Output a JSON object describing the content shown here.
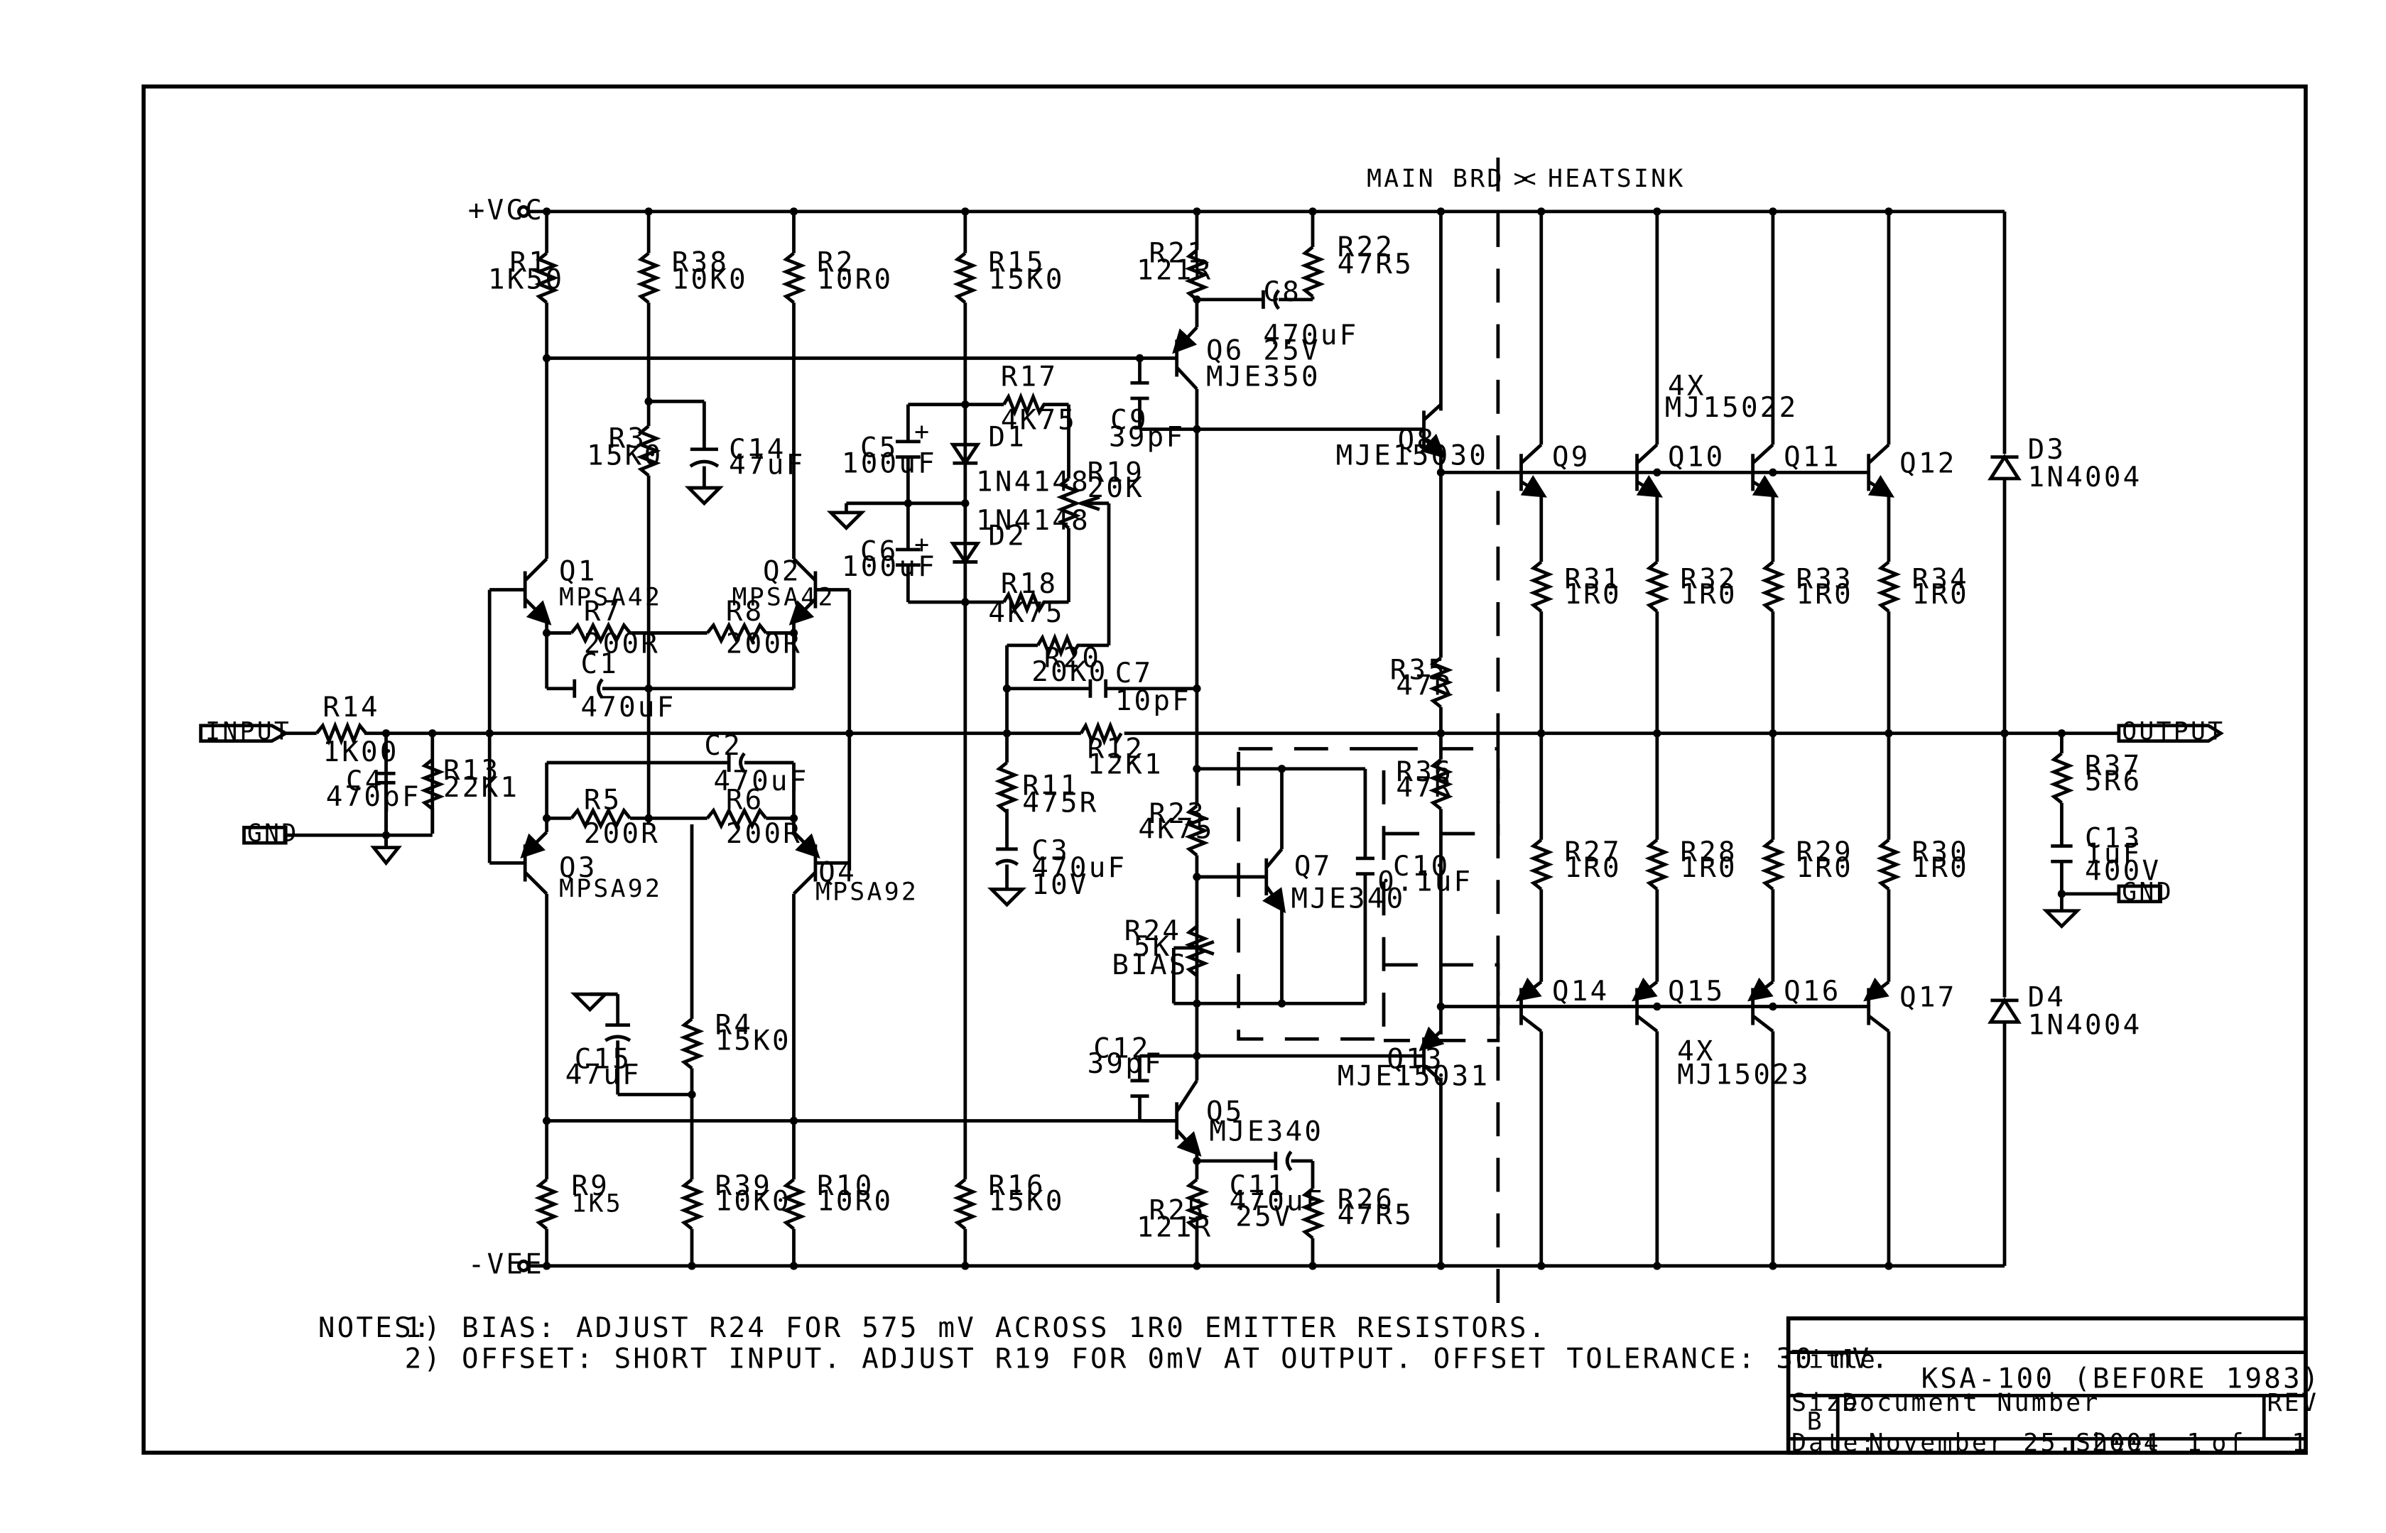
{
  "rails": {
    "vcc": "+VCC",
    "vee": "-VEE"
  },
  "ports": {
    "input": "INPUT",
    "output": "OUTPUT",
    "gnd_in": "GND",
    "gnd_out": "GND"
  },
  "zone": {
    "main_board": "MAIN BRD  <",
    "heatsink": ">  HEATSINK"
  },
  "labels": {
    "R1": {
      "ref": "R1",
      "val": "1K50"
    },
    "R38": {
      "ref": "R38",
      "val": "10K0"
    },
    "R2": {
      "ref": "R2",
      "val": "10R0"
    },
    "R15": {
      "ref": "R15",
      "val": "15K0"
    },
    "R21": {
      "ref": "R21",
      "val": "121R"
    },
    "R22": {
      "ref": "R22",
      "val": "47R5"
    },
    "C8": {
      "ref": "C8",
      "val": "470uF",
      "v": "25V"
    },
    "Q6": {
      "ref": "Q6",
      "part": "MJE350"
    },
    "R17": {
      "ref": "R17",
      "val": "4K75"
    },
    "C5": {
      "ref": "C5",
      "val": "100uF"
    },
    "D1": {
      "ref": "D1",
      "part": "1N4148"
    },
    "D2": {
      "ref": "D2",
      "part": "1N4148"
    },
    "C6": {
      "ref": "C6",
      "val": "100uF"
    },
    "R18": {
      "ref": "R18",
      "val": "4K75"
    },
    "R19": {
      "ref": "R19",
      "val": "20K"
    },
    "C9": {
      "ref": "C9",
      "val": "39pF"
    },
    "R3": {
      "ref": "R3",
      "val": "15K0"
    },
    "C14": {
      "ref": "C14",
      "val": "47uF"
    },
    "Q1": {
      "ref": "Q1",
      "part": "MPSA42"
    },
    "Q2": {
      "ref": "Q2",
      "part": "MPSA42"
    },
    "R7": {
      "ref": "R7",
      "val": "200R"
    },
    "R8": {
      "ref": "R8",
      "val": "200R"
    },
    "C1": {
      "ref": "C1",
      "val": "470uF"
    },
    "R14": {
      "ref": "R14",
      "val": "1K00"
    },
    "C4": {
      "ref": "C4",
      "val": "470pF"
    },
    "R13": {
      "ref": "R13",
      "val": "22K1"
    },
    "C2": {
      "ref": "C2",
      "val": "470uF"
    },
    "R5": {
      "ref": "R5",
      "val": "200R"
    },
    "R6": {
      "ref": "R6",
      "val": "200R"
    },
    "Q3": {
      "ref": "Q3",
      "part": "MPSA92"
    },
    "Q4": {
      "ref": "Q4",
      "part": "MPSA92"
    },
    "R20": {
      "ref": "R20",
      "val": "20K0"
    },
    "C7": {
      "ref": "C7",
      "val": "10pF"
    },
    "R12": {
      "ref": "R12",
      "val": "12K1"
    },
    "R11": {
      "ref": "R11",
      "val": "475R"
    },
    "C3": {
      "ref": "C3",
      "val": "470uF",
      "v": "10V"
    },
    "R23": {
      "ref": "R23",
      "val": "4K75"
    },
    "Q7": {
      "ref": "Q7",
      "part": "MJE340"
    },
    "C10": {
      "ref": "C10",
      "val": "0.1uF"
    },
    "R24": {
      "ref": "R24",
      "val": "5K",
      "note": "BIAS"
    },
    "C12": {
      "ref": "C12",
      "val": "39pF"
    },
    "Q5": {
      "ref": "Q5",
      "part": "MJE340"
    },
    "C11": {
      "ref": "C11",
      "val": "470uF",
      "v": "25V"
    },
    "R25": {
      "ref": "R25",
      "val": "121R"
    },
    "R26": {
      "ref": "R26",
      "val": "47R5"
    },
    "R4": {
      "ref": "R4",
      "val": "15K0"
    },
    "C15": {
      "ref": "C15",
      "val": "47uF"
    },
    "R9": {
      "ref": "R9",
      "val": "1K5"
    },
    "R39": {
      "ref": "R39",
      "val": "10K0"
    },
    "R10": {
      "ref": "R10",
      "val": "10R0"
    },
    "R16": {
      "ref": "R16",
      "val": "15K0"
    },
    "Q8": {
      "ref": "Q8",
      "part": "MJE15030"
    },
    "Q13": {
      "ref": "Q13",
      "part": "MJE15031"
    },
    "R35": {
      "ref": "R35",
      "val": "47R"
    },
    "R36": {
      "ref": "R36",
      "val": "47R"
    },
    "Q9": {
      "ref": "Q9"
    },
    "Q10": {
      "ref": "Q10"
    },
    "Q11": {
      "ref": "Q11"
    },
    "Q12": {
      "ref": "Q12"
    },
    "Q14": {
      "ref": "Q14"
    },
    "Q15": {
      "ref": "Q15"
    },
    "Q16": {
      "ref": "Q16"
    },
    "Q17": {
      "ref": "Q17"
    },
    "npn_group": {
      "count": "4X",
      "part": "MJ15022"
    },
    "pnp_group": {
      "count": "4X",
      "part": "MJ15023"
    },
    "R31": {
      "ref": "R31",
      "val": "1R0"
    },
    "R32": {
      "ref": "R32",
      "val": "1R0"
    },
    "R33": {
      "ref": "R33",
      "val": "1R0"
    },
    "R34": {
      "ref": "R34",
      "val": "1R0"
    },
    "R27": {
      "ref": "R27",
      "val": "1R0"
    },
    "R28": {
      "ref": "R28",
      "val": "1R0"
    },
    "R29": {
      "ref": "R29",
      "val": "1R0"
    },
    "R30": {
      "ref": "R30",
      "val": "1R0"
    },
    "D3": {
      "ref": "D3",
      "part": "1N4004"
    },
    "D4": {
      "ref": "D4",
      "part": "1N4004"
    },
    "R37": {
      "ref": "R37",
      "val": "5R6"
    },
    "C13": {
      "ref": "C13",
      "val": "1uF",
      "v": "400V"
    }
  },
  "notes": {
    "heading": "NOTES:",
    "n1": "1)  BIAS:  ADJUST R24 FOR 575 mV ACROSS 1R0 EMITTER RESISTORS.",
    "n2": "2)  OFFSET:  SHORT INPUT.  ADJUST R19 FOR 0mV AT OUTPUT.  OFFSET TOLERANCE:  30 mV."
  },
  "title_block": {
    "title_label": "Title",
    "title": "KSA-100 (BEFORE 1983)",
    "size_label": "Size",
    "size": "B",
    "doc_label": "Document Number",
    "rev_label": "REV",
    "date_label": "Date:",
    "date": "November 25, 2004",
    "sheet_label": "Sheet",
    "sheet": "1",
    "of_label": "of",
    "sheets": "1"
  }
}
